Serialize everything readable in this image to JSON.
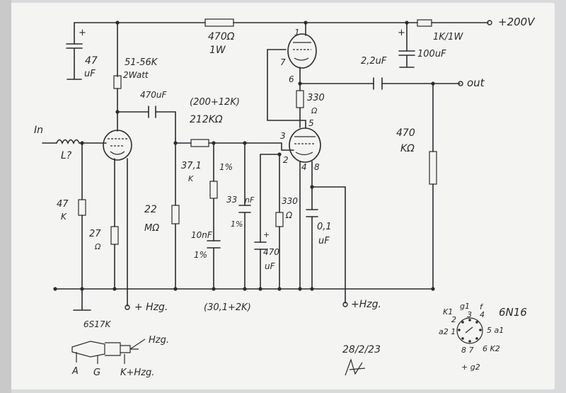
{
  "labels": {
    "b_plus": "+200V",
    "r_dropper": "1K/1W",
    "c_reservoir": "100uF",
    "r_top": "470Ω",
    "r_top_w": "1W",
    "c_left": "47",
    "c_left_u": "uF",
    "r_plate": "51-56K",
    "r_plate_w": "2Watt",
    "c_couple": "470uF",
    "r_series_note": "(200+12K)",
    "r_series": "212KΩ",
    "c_out": "2,2uF",
    "out": "out",
    "r_cath_v2": "330",
    "r_cath_v2_u": "Ω",
    "r_load": "470",
    "r_load_u": "KΩ",
    "in": "In",
    "coil": "L?",
    "r_grid_in": "47",
    "r_grid_in_u": "K",
    "r_cath_in": "27",
    "r_cath_in_u": "Ω",
    "r_grid2": "22",
    "r_grid2_u": "MΩ",
    "r_div": "37,1",
    "r_div_tol": "1%",
    "r_div_u": "K",
    "c_div": "10nF",
    "c_div_tol": "1%",
    "c_33": "33",
    "c_33_u": "nF",
    "c_33_tol": "1%",
    "c_470": "470",
    "c_470_u": "uF",
    "r_330": "330",
    "r_330_u": "Ω",
    "c_01": "0,1",
    "c_01_u": "uF",
    "heater1": "+ Hzg.",
    "heater2": "+Hzg.",
    "r_sum": "(30,1+2K)",
    "tube_in": "6S17K",
    "pin_a": "A",
    "pin_g": "G",
    "pin_k": "K+Hzg.",
    "pin_hzg": "Hzg.",
    "tube_type": "6N16",
    "date": "28/2/23",
    "pin1": "1",
    "pin7": "7",
    "pin6": "6",
    "pin5": "5",
    "pin3": "3",
    "pin2": "2",
    "pin4": "4",
    "pin8": "8",
    "sock_k1": "K1",
    "sock_g1": "g1",
    "sock_f": "f",
    "sock_2": "2",
    "sock_3": "3",
    "sock_4": "4",
    "sock_5a1": "5 a1",
    "sock_a21": "a2 1",
    "sock_87": "8 7",
    "sock_6k2": "6 K2",
    "sock_g2": "+ g2"
  }
}
